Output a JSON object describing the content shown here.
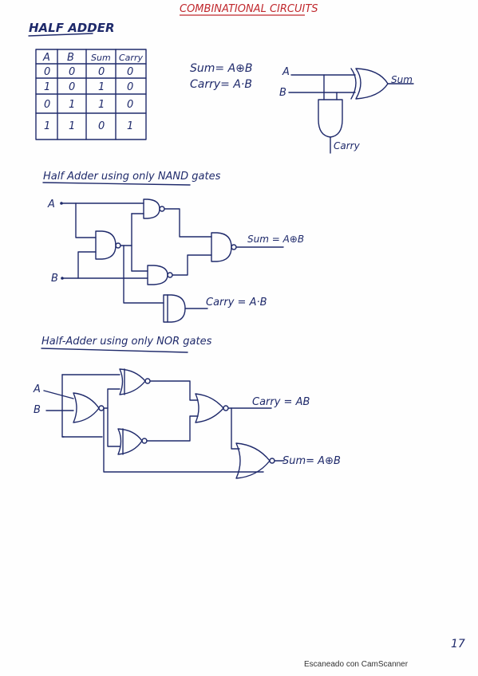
{
  "title": "COMBINATIONAL CIRCUITS",
  "half_adder_heading": "HALF ADDER",
  "truth_table": {
    "headers": [
      "A",
      "B",
      "Sum",
      "Carry"
    ],
    "rows": [
      [
        "0",
        "0",
        "0",
        "0"
      ],
      [
        "1",
        "0",
        "1",
        "0"
      ],
      [
        "0",
        "1",
        "1",
        "0"
      ],
      [
        "1",
        "1",
        "0",
        "1"
      ]
    ]
  },
  "equations": {
    "sum": "Sum= A⊕B",
    "carry": "Carry= A·B"
  },
  "block_diagram": {
    "input_a": "A",
    "input_b": "B",
    "output_sum": "Sum",
    "output_carry": "Carry"
  },
  "nand_section": {
    "heading": "Half Adder using only NAND gates",
    "input_a": "A",
    "input_b": "B",
    "sum_label": "Sum = A⊕B",
    "carry_label": "Carry = A·B"
  },
  "nor_section": {
    "heading": "Half-Adder using only NOR gates",
    "input_a": "A",
    "input_b": "B",
    "carry_label": "Carry = AB",
    "sum_label": "Sum= A⊕B"
  },
  "page_number": "17",
  "footer": "Escaneado con CamScanner"
}
